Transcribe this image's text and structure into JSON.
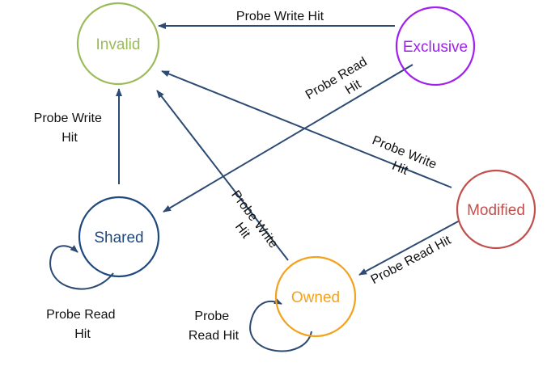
{
  "colors": {
    "edge": "#2c4a72",
    "label": "#111111",
    "invalid": "#9bbb59",
    "exclusive": "#a020f0",
    "modified": "#c0504d",
    "shared": "#1f497d",
    "owned": "#f4a11c"
  },
  "states": {
    "invalid": "Invalid",
    "exclusive": "Exclusive",
    "modified": "Modified",
    "shared": "Shared",
    "owned": "Owned"
  },
  "transitions": {
    "exclusive_to_invalid": "Probe Write Hit",
    "exclusive_to_shared": [
      "Probe Read",
      "Hit"
    ],
    "modified_to_invalid": [
      "Probe Write",
      "Hit"
    ],
    "modified_to_owned": "Probe Read Hit",
    "owned_to_invalid": [
      "Probe Write",
      "Hit"
    ],
    "shared_to_invalid": [
      "Probe Write",
      "Hit"
    ],
    "shared_self": [
      "Probe Read",
      "Hit"
    ],
    "owned_self": [
      "Probe",
      "Read Hit"
    ]
  }
}
